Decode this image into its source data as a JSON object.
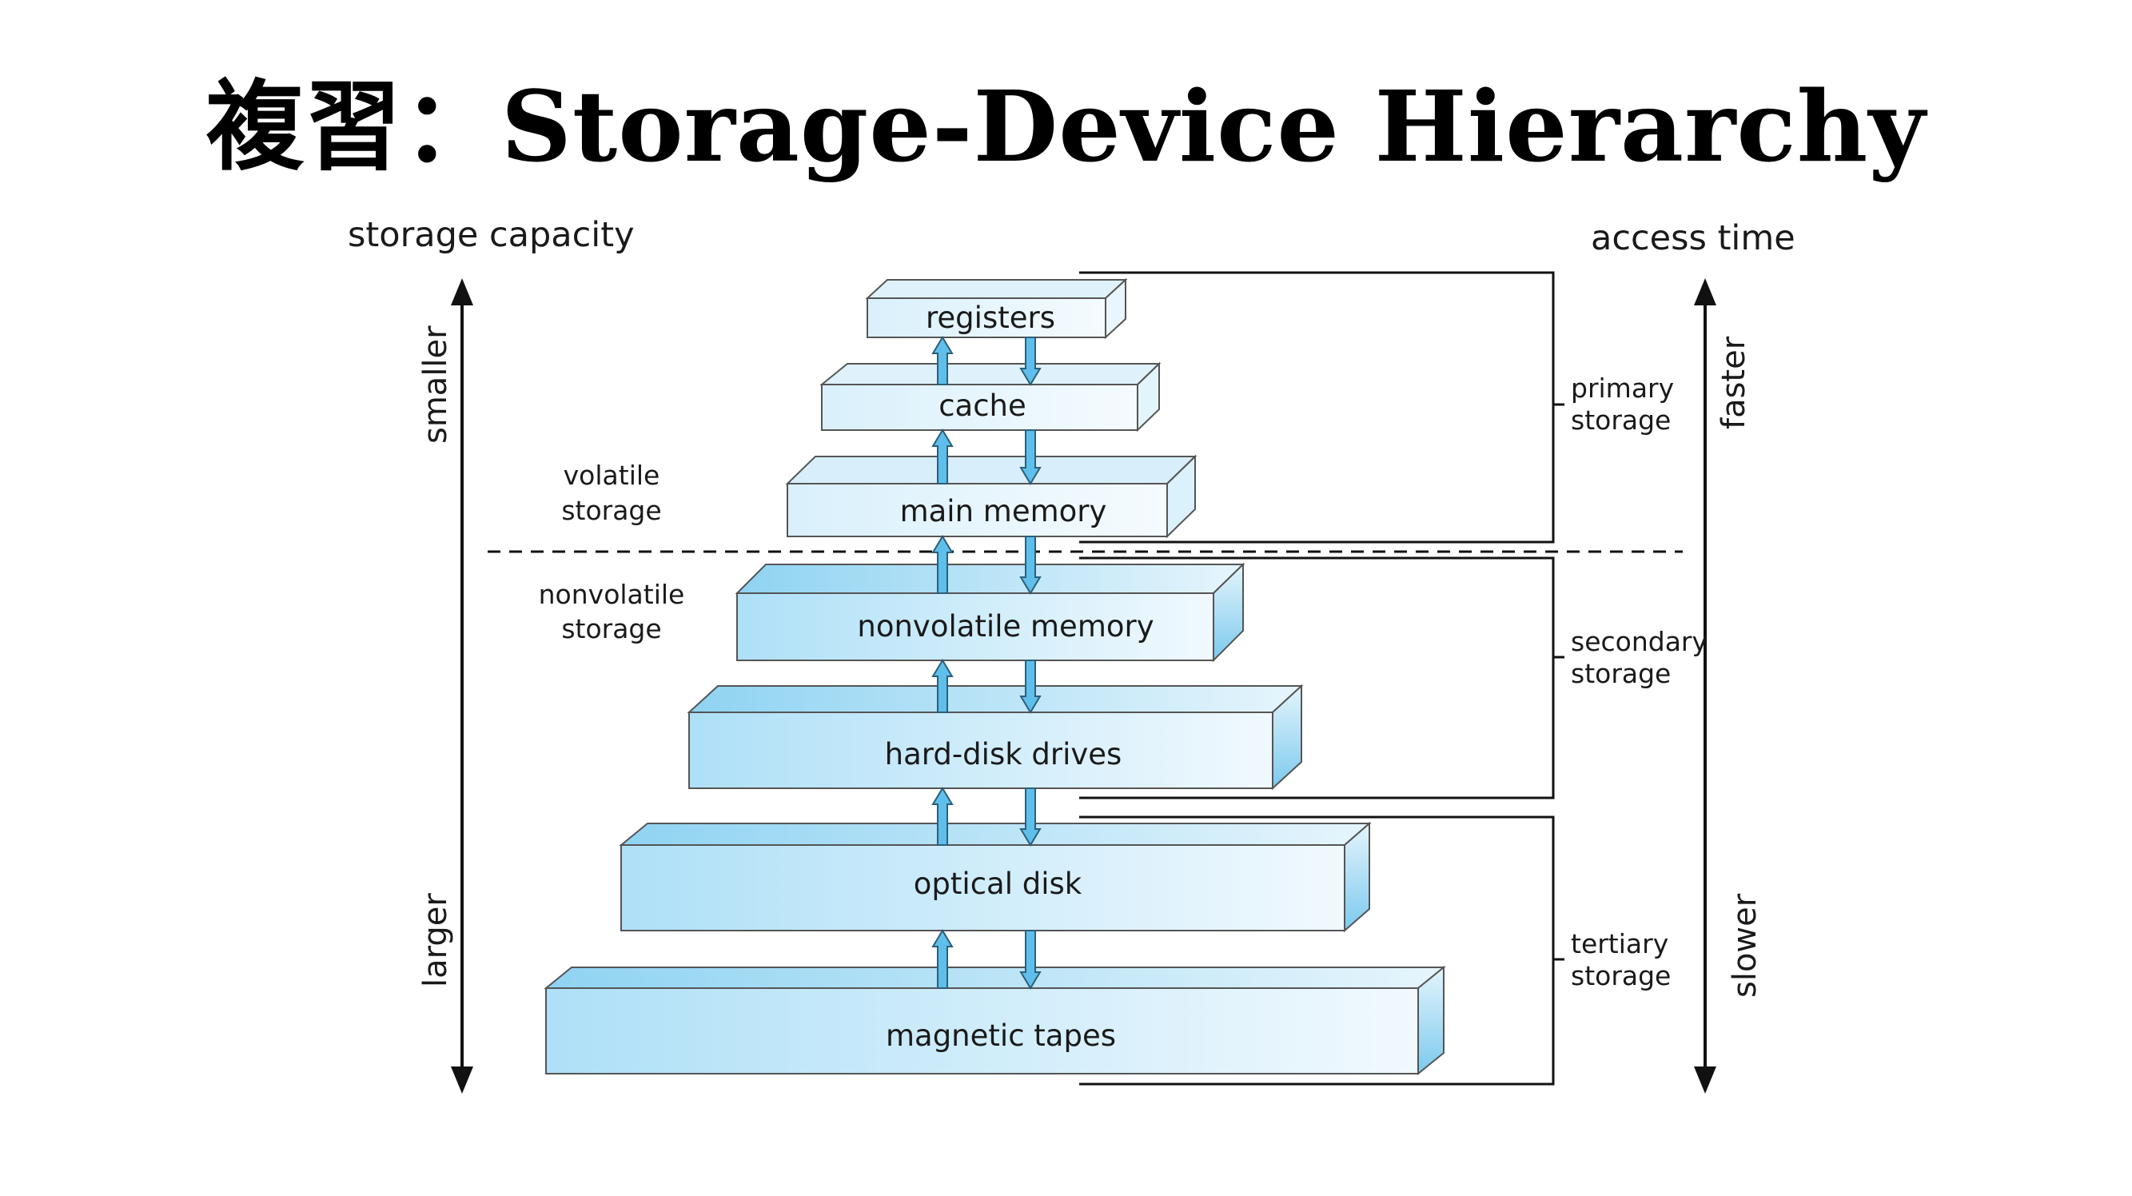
{
  "title": "複習：Storage-Device Hierarchy",
  "left_axis": {
    "header": "storage capacity",
    "top": "smaller",
    "bottom": "larger"
  },
  "right_axis": {
    "header": "access time",
    "top": "faster",
    "bottom": "slower"
  },
  "volatile_group": [
    "volatile",
    "storage"
  ],
  "nonvolatile_group": [
    "nonvolatile",
    "storage"
  ],
  "levels": [
    "registers",
    "cache",
    "main memory",
    "nonvolatile memory",
    "hard-disk drives",
    "optical disk",
    "magnetic tapes"
  ],
  "brackets": [
    [
      "primary",
      "storage"
    ],
    [
      "secondary",
      "storage"
    ],
    [
      "tertiary",
      "storage"
    ]
  ],
  "colors": {
    "box_front_light": "#eef7fd",
    "box_front_dark": "#a9ddf6",
    "box_top": "#d7effb",
    "box_side": "#8ccfef",
    "arrow_fill": "#5fbfea",
    "line": "#111111"
  }
}
